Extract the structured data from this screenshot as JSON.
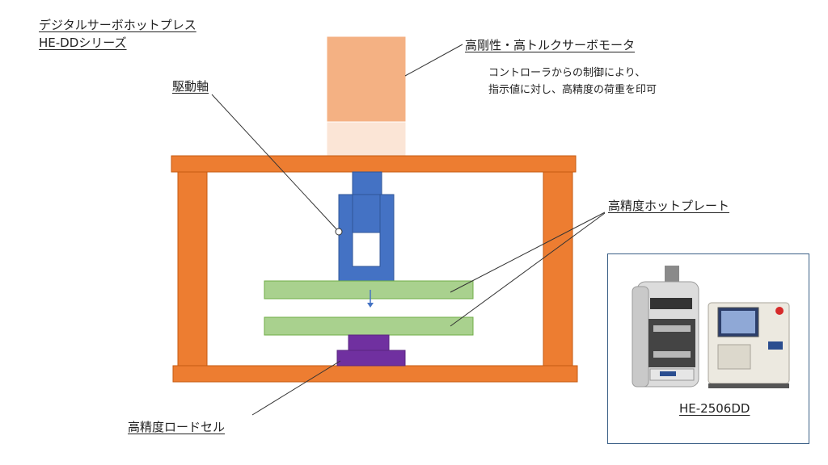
{
  "title": {
    "line1": "デジタルサーボホットプレス",
    "line2": "HE-DDシリーズ"
  },
  "labels": {
    "motor": "高剛性・高トルクサーボモータ",
    "motor_desc_line1": "コントローラからの制御により、",
    "motor_desc_line2": "指示値に対し、高精度の荷重を印可",
    "drive_shaft": "駆動軸",
    "hot_plate": "高精度ホットプレート",
    "load_cell": "高精度ロードセル"
  },
  "product": {
    "model": "HE-2506DD"
  },
  "colors": {
    "frame": "#ED7D31",
    "motor_top": "#F4B183",
    "motor_bottom": "#FBE5D6",
    "shaft": "#4472C4",
    "plate": "#A9D18E",
    "load_cell": "#7030A0",
    "photo_border": "#3A5F86"
  }
}
